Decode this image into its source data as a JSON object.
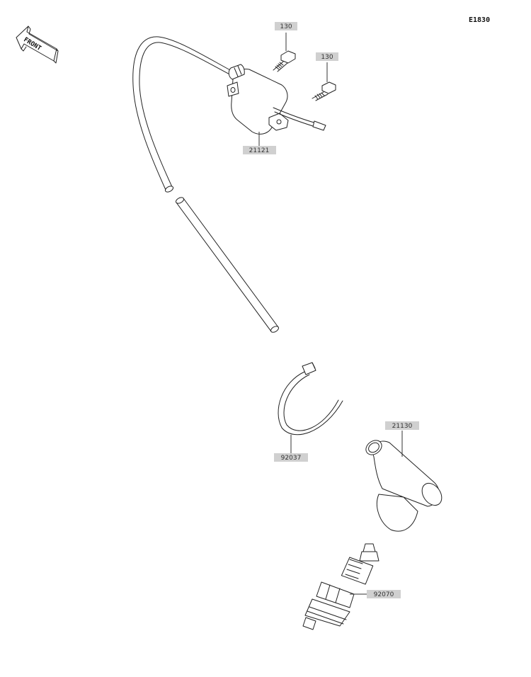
{
  "diagram": {
    "reference_code": "E1830",
    "front_marker": "FRONT",
    "label_color": "#d0d0d0",
    "line_color": "#222222",
    "parts": [
      {
        "id": "bolt-upper",
        "number": "130"
      },
      {
        "id": "bolt-lower",
        "number": "130"
      },
      {
        "id": "ignition-coil",
        "number": "21121"
      },
      {
        "id": "band",
        "number": "92037"
      },
      {
        "id": "spark-plug-cap",
        "number": "21130"
      },
      {
        "id": "spark-plug",
        "number": "92070"
      }
    ]
  }
}
